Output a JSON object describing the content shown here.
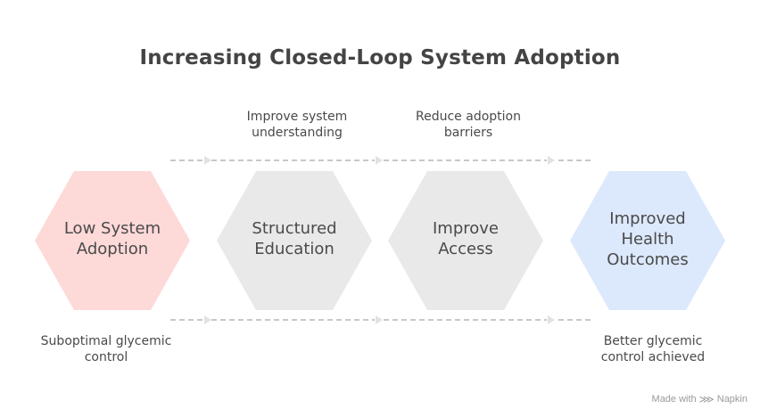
{
  "title": "Increasing Closed-Loop System Adoption",
  "colors": {
    "start_fill": "#fdd9d8",
    "step_fill": "#e9e9e9",
    "end_fill": "#dce8fc",
    "connector": "#c8c8c8",
    "text": "#4a4a4a"
  },
  "nodes": [
    {
      "label_lines": [
        "Low System",
        "Adoption"
      ],
      "type": "start"
    },
    {
      "label_lines": [
        "Structured",
        "Education"
      ],
      "type": "step"
    },
    {
      "label_lines": [
        "Improve",
        "Access"
      ],
      "type": "step"
    },
    {
      "label_lines": [
        "Improved",
        "Health",
        "Outcomes"
      ],
      "type": "end"
    }
  ],
  "top_notes": [
    {
      "lines": [
        "Improve system",
        "understanding"
      ]
    },
    {
      "lines": [
        "Reduce adoption",
        "barriers"
      ]
    }
  ],
  "bottom_notes": [
    {
      "lines": [
        "Suboptimal glycemic",
        "control"
      ]
    },
    {
      "lines": [
        "Better glycemic",
        "control achieved"
      ]
    }
  ],
  "footer": {
    "made_with": "Made with",
    "brand": "Napkin",
    "logo_icon": "napkin-logo-icon"
  }
}
